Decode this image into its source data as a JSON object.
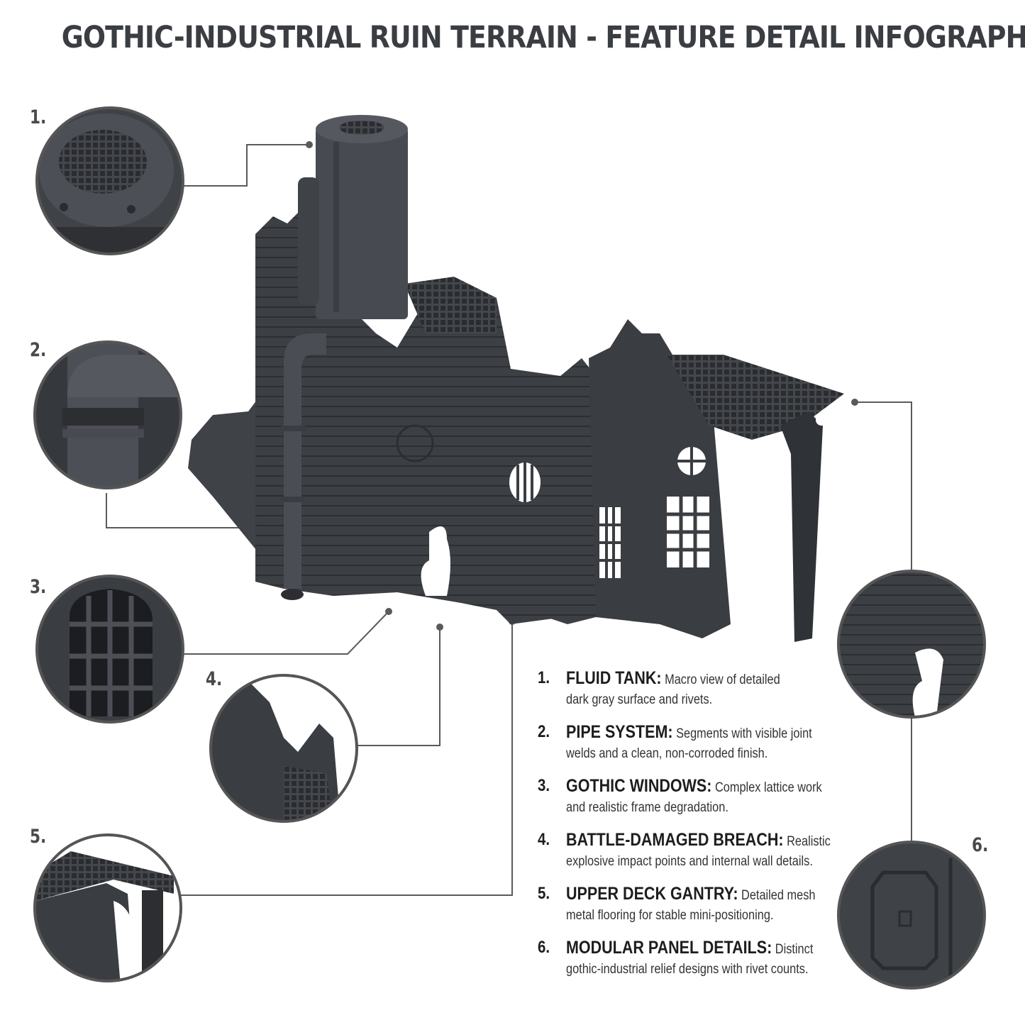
{
  "title": "GOTHIC-INDUSTRIAL RUIN TERRAIN - FEATURE DETAIL INFOGRAPHIC",
  "callout_numbers": [
    "1.",
    "2.",
    "3.",
    "4.",
    "5.",
    "6."
  ],
  "legend": [
    {
      "num": "1.",
      "title": "FLUID TANK:",
      "line1": "Macro view of detailed",
      "line2": "dark gray surface and rivets."
    },
    {
      "num": "2.",
      "title": "PIPE SYSTEM:",
      "line1": "Segments with visible joint",
      "line2": "welds and a clean, non-corroded finish."
    },
    {
      "num": "3.",
      "title": "GOTHIC WINDOWS:",
      "line1": "Complex lattice work",
      "line2": "and realistic frame degradation."
    },
    {
      "num": "4.",
      "title": "BATTLE-DAMAGED BREACH:",
      "line1": "Realistic",
      "line2": "explosive impact points and internal wall details."
    },
    {
      "num": "5.",
      "title": "UPPER DECK GANTRY:",
      "line1": "Detailed mesh",
      "line2": "metal flooring for stable mini-positioning."
    },
    {
      "num": "6.",
      "title": "MODULAR PANEL DETAILS:",
      "line1": "Distinct",
      "line2": "gothic-industrial relief designs with rivet counts."
    }
  ],
  "colors": {
    "model": "#3b3e43",
    "model_light": "#55595f",
    "outline": "#555555",
    "leader": "#5a5a5a"
  }
}
